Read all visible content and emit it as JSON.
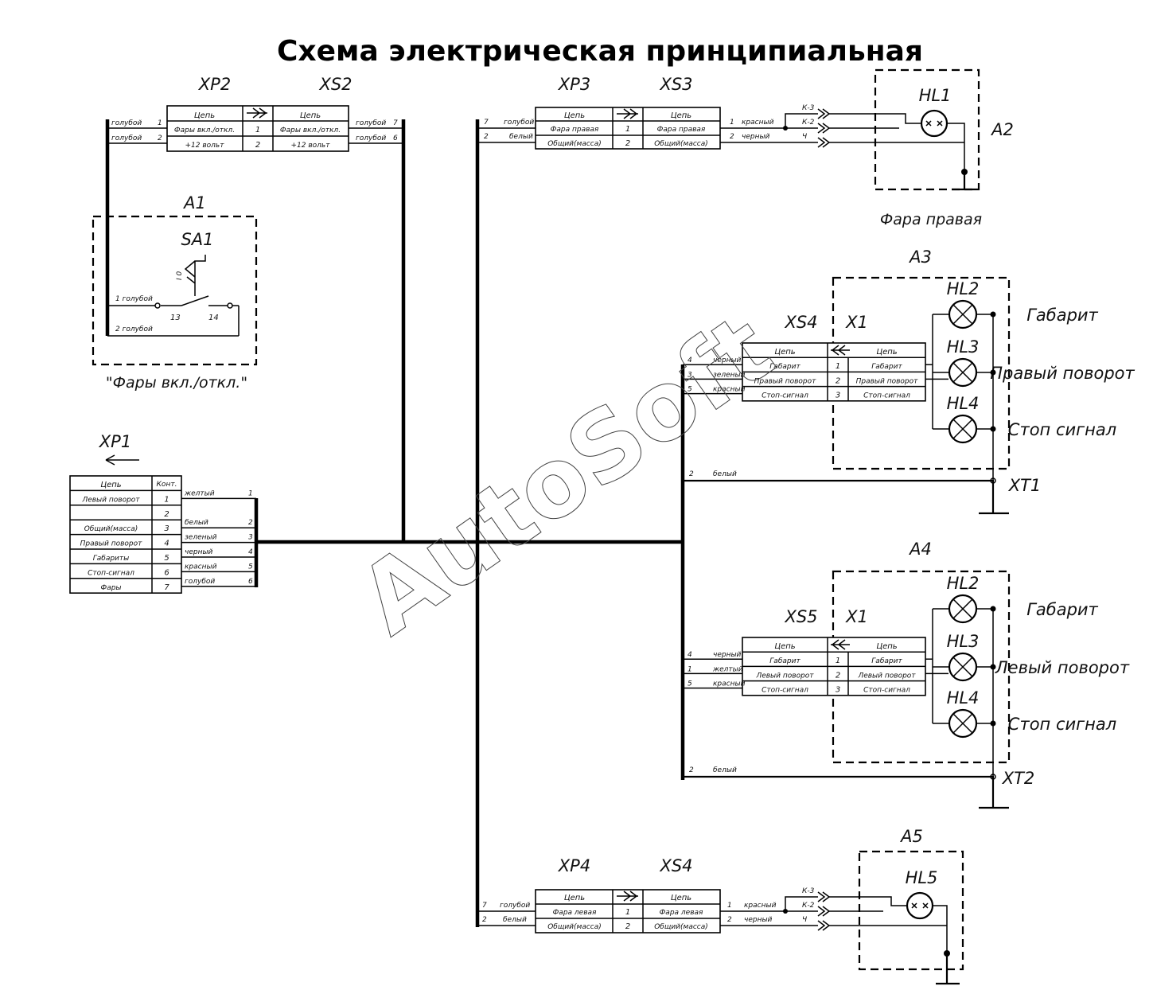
{
  "title": "Схема электрическая принципиальная",
  "watermark": "AutoSoft",
  "xp1": {
    "label": "XP1",
    "head": [
      "Цепь",
      "Конт."
    ],
    "rows": [
      [
        "Левый поворот",
        "1"
      ],
      [
        "",
        "2"
      ],
      [
        "Общий(масса)",
        "3"
      ],
      [
        "Правый поворот",
        "4"
      ],
      [
        "Габариты",
        "5"
      ],
      [
        "Стоп-сигнал",
        "6"
      ],
      [
        "Фары",
        "7"
      ]
    ],
    "wires": [
      [
        "желтый",
        "1"
      ],
      [
        "белый",
        "2"
      ],
      [
        "зеленый",
        "3"
      ],
      [
        "черный",
        "4"
      ],
      [
        "красный",
        "5"
      ],
      [
        "голубой",
        "6"
      ]
    ]
  },
  "xp2xs2": {
    "left": "XP2",
    "right": "XS2",
    "head": "Цепь",
    "rows": [
      [
        "Фары вкл./откл.",
        "1",
        "Фары вкл./откл."
      ],
      [
        "+12 вольт",
        "2",
        "+12 вольт"
      ]
    ],
    "wl": [
      [
        "голубой",
        "1"
      ],
      [
        "голубой",
        "2"
      ]
    ],
    "wr": [
      [
        "голубой",
        "7"
      ],
      [
        "голубой",
        "6"
      ]
    ]
  },
  "a1": {
    "label": "A1",
    "switch": "SA1",
    "caption": "\"Фары вкл./откл.\"",
    "t1": "13",
    "t2": "14",
    "pos": "I  0",
    "w1": "1 голубой",
    "w2": "2 голубой"
  },
  "xp3xs3": {
    "left": "XP3",
    "right": "XS3",
    "head": "Цепь",
    "rows": [
      [
        "Фара правая",
        "1",
        "Фара правая"
      ],
      [
        "Общий(масса)",
        "2",
        "Общий(масса)"
      ]
    ],
    "wl": [
      [
        "7",
        "голубой"
      ],
      [
        "2",
        "белый"
      ]
    ],
    "wr": [
      [
        "1",
        "красный"
      ],
      [
        "2",
        "черный"
      ]
    ],
    "pins": [
      "К-3",
      "К-2",
      "Ч"
    ]
  },
  "a2": {
    "label": "A2",
    "lamp": "HL1",
    "caption": "Фара правая"
  },
  "a3": {
    "label": "A3",
    "sock": "XS4",
    "plug": "X1",
    "head": "Цепь",
    "rows": [
      [
        "Габарит",
        "1",
        "Габарит"
      ],
      [
        "Правый поворот",
        "2",
        "Правый поворот"
      ],
      [
        "Стоп-сигнал",
        "3",
        "Стоп-сигнал"
      ]
    ],
    "wires": [
      [
        "4",
        "черный"
      ],
      [
        "3",
        "зеленый"
      ],
      [
        "5",
        "красный"
      ]
    ],
    "lamps": [
      "HL2",
      "HL3",
      "HL4"
    ],
    "names": [
      "Габарит",
      "Правый поворот",
      "Стоп сигнал"
    ],
    "gnd": "XT1",
    "gndwire": [
      "2",
      "белый"
    ]
  },
  "a4": {
    "label": "A4",
    "sock": "XS5",
    "plug": "X1",
    "head": "Цепь",
    "rows": [
      [
        "Габарит",
        "1",
        "Габарит"
      ],
      [
        "Левый поворот",
        "2",
        "Левый поворот"
      ],
      [
        "Стоп-сигнал",
        "3",
        "Стоп-сигнал"
      ]
    ],
    "wires": [
      [
        "4",
        "черный"
      ],
      [
        "1",
        "желтый"
      ],
      [
        "5",
        "красный"
      ]
    ],
    "lamps": [
      "HL2",
      "HL3",
      "HL4"
    ],
    "names": [
      "Габарит",
      "Левый поворот",
      "Стоп сигнал"
    ],
    "gnd": "XT2",
    "gndwire": [
      "2",
      "белый"
    ]
  },
  "xp4xs4": {
    "left": "XP4",
    "right": "XS4",
    "head": "Цепь",
    "rows": [
      [
        "Фара левая",
        "1",
        "Фара левая"
      ],
      [
        "Общий(масса)",
        "2",
        "Общий(масса)"
      ]
    ],
    "wl": [
      [
        "7",
        "голубой"
      ],
      [
        "2",
        "белый"
      ]
    ],
    "wr": [
      [
        "1",
        "красный"
      ],
      [
        "2",
        "черный"
      ]
    ],
    "pins": [
      "К-3",
      "К-2",
      "Ч"
    ]
  },
  "a5": {
    "label": "A5",
    "lamp": "HL5"
  }
}
